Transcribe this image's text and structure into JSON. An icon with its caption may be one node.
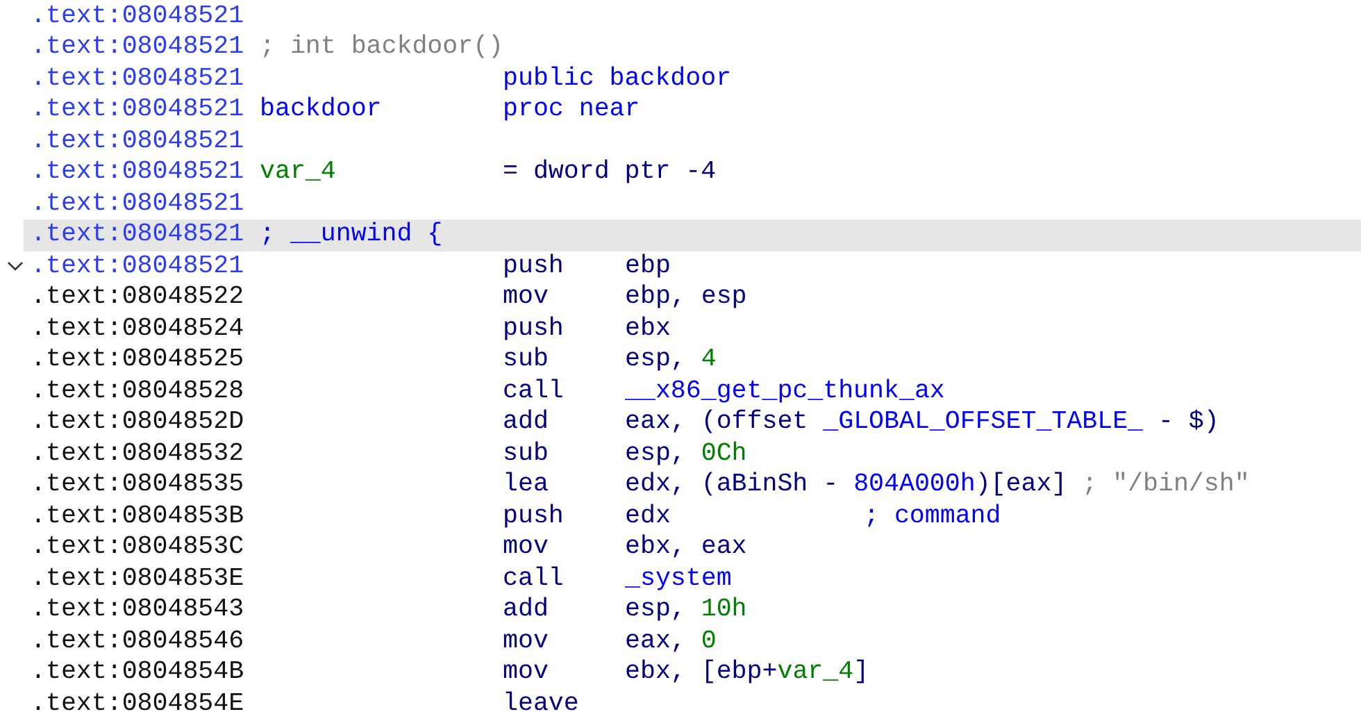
{
  "diagram": {
    "labels": [
      ".text:08048521",
      ".text:08048521",
      "; int backdoor()",
      ".text:08048521",
      "public backdoor",
      ".text:08048521",
      "backdoor",
      "proc near",
      ".text:08048521",
      ".text:08048521",
      "var_4",
      "= dword ptr -4",
      ".text:08048521",
      ".text:08048521",
      "; __unwind {",
      ".text:08048521",
      "push",
      "ebp",
      ".text:08048522",
      "mov",
      "ebp, esp",
      ".text:08048524",
      "push",
      "ebx",
      ".text:08048525",
      "sub",
      "esp,",
      "4",
      ".text:08048528",
      "call",
      "__x86_get_pc_thunk_ax",
      ".text:0804852D",
      "add",
      "eax, (offset",
      "_GLOBAL_OFFSET_TABLE_",
      "- $)",
      ".text:08048532",
      "sub",
      "esp,",
      "0Ch",
      ".text:08048535",
      "lea",
      "edx, (aBinSh -",
      "804A000h",
      ")[eax]",
      "; \"/bin/sh\"",
      ".text:0804853B",
      "push",
      "edx",
      "; command",
      ".text:0804853C",
      "mov",
      "ebx, eax",
      ".text:0804853E",
      "call",
      "_system",
      ".text:08048543",
      "add",
      "esp,",
      "10h",
      ".text:08048546",
      "mov",
      "eax,",
      "0",
      ".text:0804854B",
      "mov",
      "ebx, [ebp+",
      "var_4",
      "]",
      ".text:0804854E",
      "leave"
    ]
  }
}
